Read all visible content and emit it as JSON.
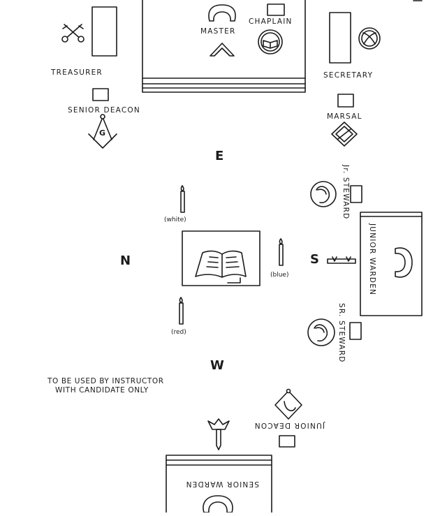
{
  "stations": {
    "master": "MASTER",
    "chaplain": "CHAPLAIN",
    "treasurer": "TREASURER",
    "secretary": "SECRETARY",
    "senior_deacon": "SENIOR DEACON",
    "marshal": "MARSAL",
    "junior_steward": "Jr. STEWARD",
    "junior_warden": "JUNIOR WARDEN",
    "senior_steward": "SR. STEWARD",
    "junior_deacon": "JUNIOR DEACON",
    "senior_warden": "SENIOR WARDEN"
  },
  "compass": {
    "east": "E",
    "north": "N",
    "south": "S",
    "west": "W"
  },
  "candles": {
    "white": "(white)",
    "blue": "(blue)",
    "red": "(red)"
  },
  "note": {
    "line1": "TO BE USED BY INSTRUCTOR",
    "line2": "WITH CANDIDATE ONLY"
  },
  "icons": [
    "crossed-keys-icon",
    "crossed-quills-icon",
    "square-and-compasses-icon",
    "baton-icon",
    "cornucopia-icon",
    "hat-icon",
    "square-icon",
    "open-bible-icon",
    "sword-icon",
    "candle-icon",
    "level-icon",
    "plumb-icon",
    "sun-moon-icon"
  ]
}
